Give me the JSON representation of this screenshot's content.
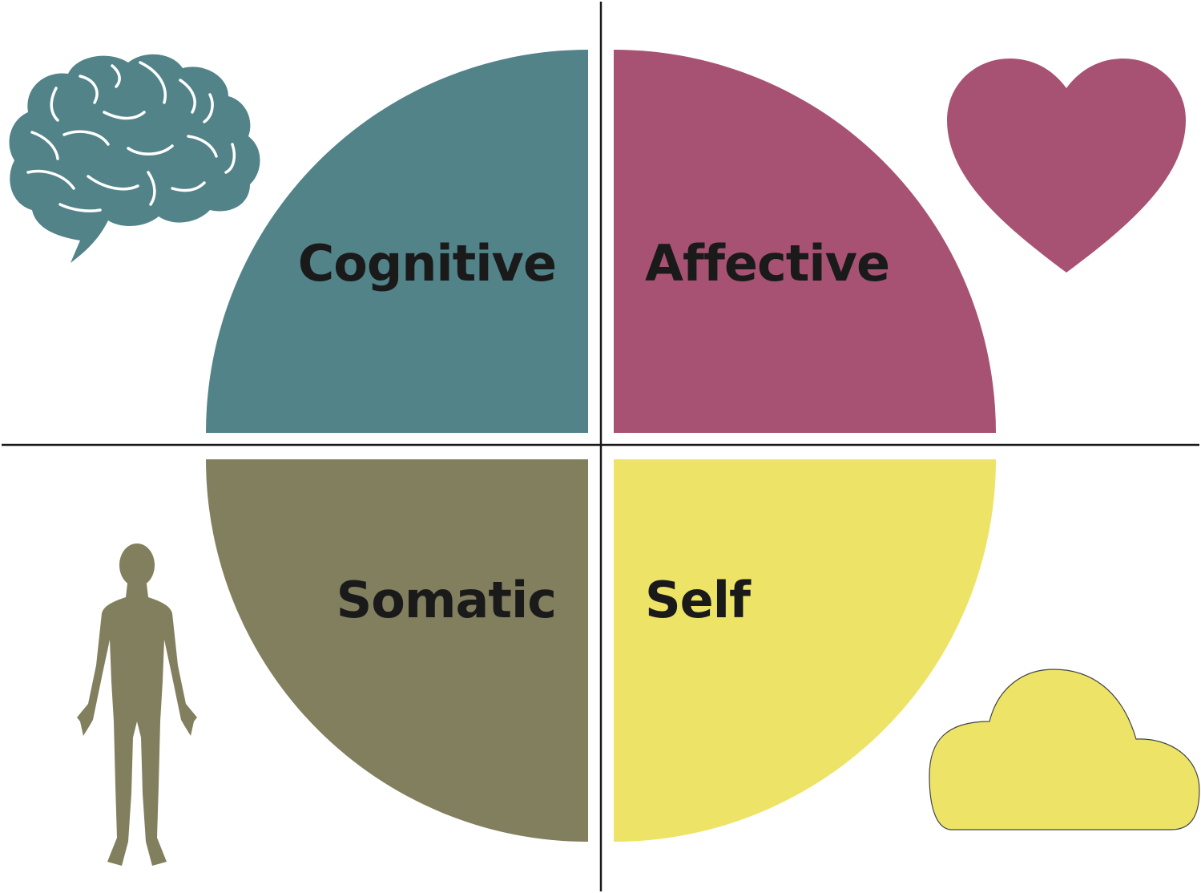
{
  "quadrants": {
    "cognitive": {
      "label": "Cognitive",
      "icon": "brain-icon",
      "color": "#528389"
    },
    "affective": {
      "label": "Affective",
      "icon": "heart-icon",
      "color": "#a85273"
    },
    "somatic": {
      "label": "Somatic",
      "icon": "human-body-icon",
      "color": "#827f5e"
    },
    "self": {
      "label": "Self",
      "icon": "cloud-icon",
      "color": "#ede467"
    }
  },
  "colors": {
    "axis": "#1a1a1a",
    "label_text": "#1a1a1a",
    "background": "#ffffff"
  }
}
